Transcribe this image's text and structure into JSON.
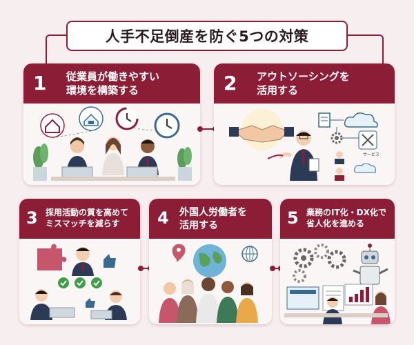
{
  "title": "人手不足倒産を防ぐ5つの対策",
  "colors": {
    "accent": "#8b1d36",
    "background": "#f7eef0"
  },
  "cards": [
    {
      "number": "1",
      "line1": "従業員が働きやすい",
      "line2": "環境を構築する"
    },
    {
      "number": "2",
      "line1": "アウトソーシングを",
      "line2": "活用する"
    },
    {
      "number": "3",
      "line1": "採用活動の質を高めて",
      "line2": "ミスマッチを減らす"
    },
    {
      "number": "4",
      "line1": "外国人労働者を",
      "line2": "活用する"
    },
    {
      "number": "5",
      "line1": "業務のIT化・DX化で",
      "line2": "省人化を進める"
    }
  ],
  "labels": {
    "service": "サービス"
  },
  "icons": [
    "house-icon",
    "home-office-icon",
    "clock-cycle-icon",
    "clock-icon",
    "handshake-icon",
    "cloud-icon",
    "gear-icon",
    "tools-icon",
    "puzzle-icon",
    "checkmark-icon",
    "thumbs-up-icon",
    "globe-icon",
    "location-pin-icon",
    "robot-icon",
    "laptop-icon",
    "chart-icon"
  ]
}
